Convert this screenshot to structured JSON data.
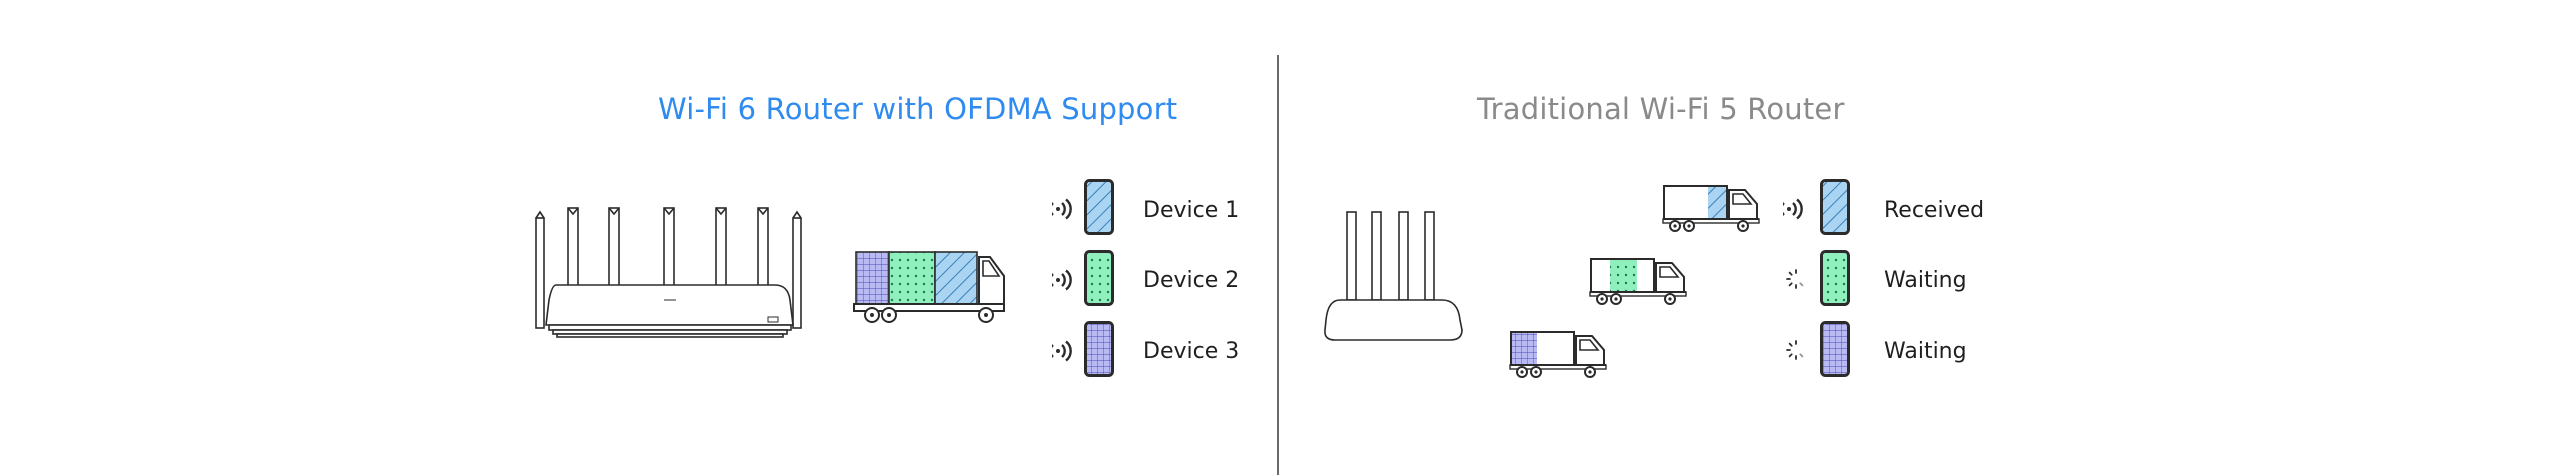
{
  "left": {
    "title": "Wi-Fi 6 Router with OFDMA Support",
    "devices": [
      "Device 1",
      "Device 2",
      "Device 3"
    ]
  },
  "right": {
    "title": "Traditional Wi-Fi 5 Router",
    "statuses": [
      "Received",
      "Waiting",
      "Waiting"
    ]
  },
  "colors": {
    "wifi6_title": "#2f8bf0",
    "wifi5_title": "#8a8a8a",
    "device1_fill": "#a9d4f2",
    "device2_fill": "#8ff0be",
    "device3_fill": "#b9b9f4",
    "line": "#2b2b2b"
  },
  "icons": [
    "router-icon",
    "truck-icon",
    "phone-icon",
    "wifi-signal-icon",
    "loading-spinner-icon"
  ]
}
